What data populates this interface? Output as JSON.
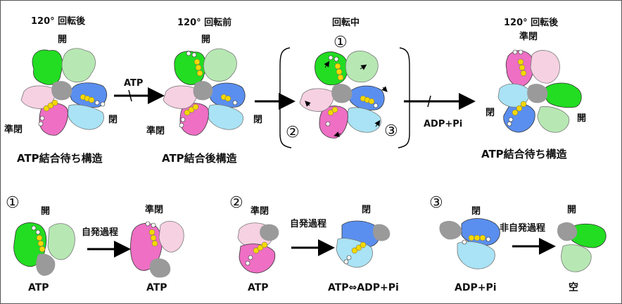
{
  "colors": {
    "green": "#22dd22",
    "light_green": "#b7e8b3",
    "pink": "#ee6fc4",
    "light_pink": "#f6d1e2",
    "blue": "#5a8ff0",
    "light_blue": "#a9e3f5",
    "gray": "#9a9a9a",
    "yellow": "#f5d800",
    "arrow": "#000000"
  },
  "top": {
    "panel1": {
      "heading": "120° 回転後",
      "label_open": "開",
      "label_semi": "準閉",
      "label_closed": "閉",
      "caption": "ATP結合待ち構造"
    },
    "arrow1_label": "ATP",
    "panel2": {
      "heading": "120° 回転前",
      "label_open": "開",
      "label_semi": "準閉",
      "label_closed": "閉",
      "caption": "ATP結合後構造"
    },
    "panel3": {
      "heading": "回転中",
      "n1": "①",
      "n2": "②",
      "n3": "③"
    },
    "arrow3_label": "ADP+Pi",
    "panel4": {
      "heading": "120° 回転後",
      "label_semi": "準閉",
      "label_closed": "閉",
      "label_open": "開",
      "caption": "ATP結合待ち構造"
    }
  },
  "bottom": {
    "step1": {
      "num": "①",
      "left_label": "開",
      "arrow_label": "自発過程",
      "right_label": "準閉",
      "left_caption": "ATP",
      "right_caption": "ATP"
    },
    "step2": {
      "num": "②",
      "left_label": "準閉",
      "arrow_label": "自発過程",
      "right_label": "閉",
      "left_caption": "ATP",
      "right_caption": "ATP⇔ADP+Pi"
    },
    "step3": {
      "num": "③",
      "left_label": "閉",
      "arrow_label": "非自発過程",
      "right_label": "開",
      "left_caption": "ADP+Pi",
      "right_caption": "空"
    }
  }
}
